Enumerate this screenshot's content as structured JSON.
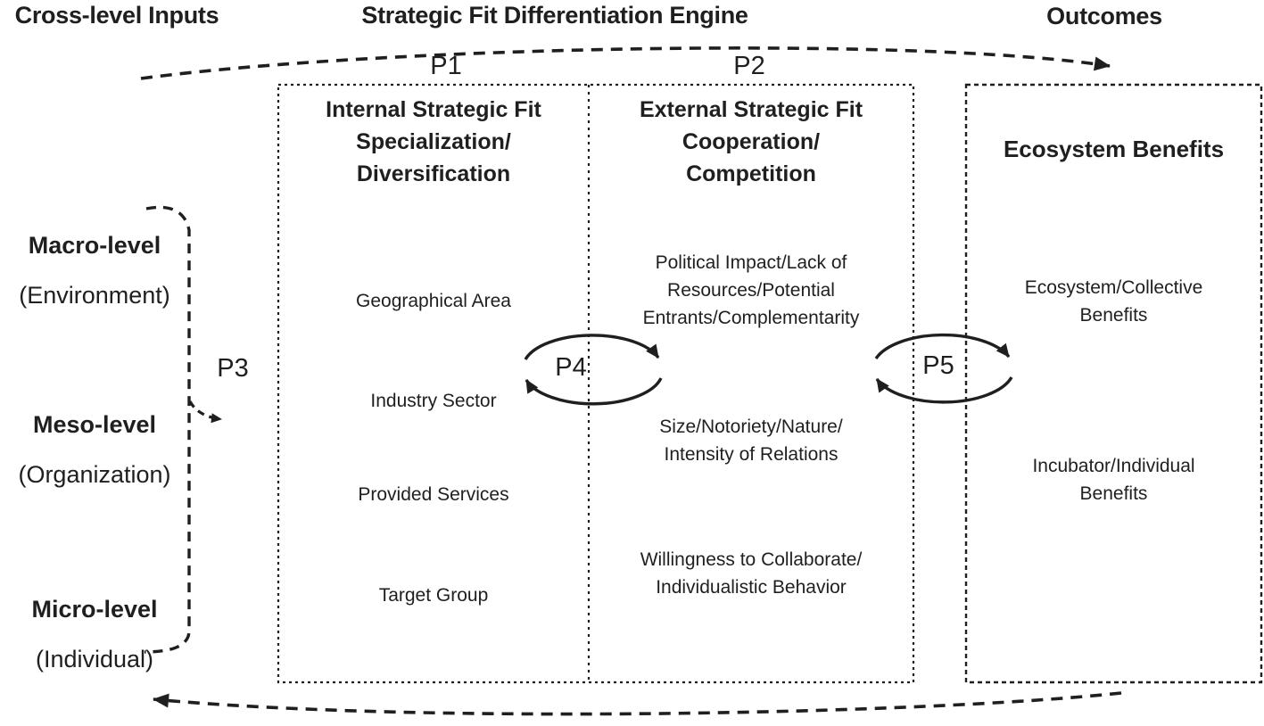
{
  "colors": {
    "ink": "#1f1f1f",
    "background": "#ffffff"
  },
  "headers": {
    "inputs": "Cross-level Inputs",
    "engine": "Strategic Fit Differentiation Engine",
    "outcomes": "Outcomes"
  },
  "propositions": {
    "p1": "P1",
    "p2": "P2",
    "p3": "P3",
    "p4": "P4",
    "p5": "P5"
  },
  "levels": [
    {
      "name": "Macro-level",
      "qualifier": "(Environment)"
    },
    {
      "name": "Meso-level",
      "qualifier": "(Organization)"
    },
    {
      "name": "Micro-level",
      "qualifier": "(Individual)"
    }
  ],
  "internal_box": {
    "title": "Internal Strategic Fit\nSpecialization/\nDiversification",
    "items": [
      "Geographical Area",
      "Industry Sector",
      "Provided Services",
      "Target Group"
    ]
  },
  "external_box": {
    "title": "External Strategic Fit\nCooperation/\nCompetition",
    "items": [
      "Political Impact/Lack of\nResources/Potential\nEntrants/Complementarity",
      "Size/Notoriety/Nature/\nIntensity of Relations",
      "Willingness to Collaborate/\nIndividualistic Behavior"
    ]
  },
  "outcomes_box": {
    "title": "Ecosystem Benefits",
    "items": [
      "Ecosystem/Collective\nBenefits",
      "Incubator/Individual\nBenefits"
    ]
  }
}
